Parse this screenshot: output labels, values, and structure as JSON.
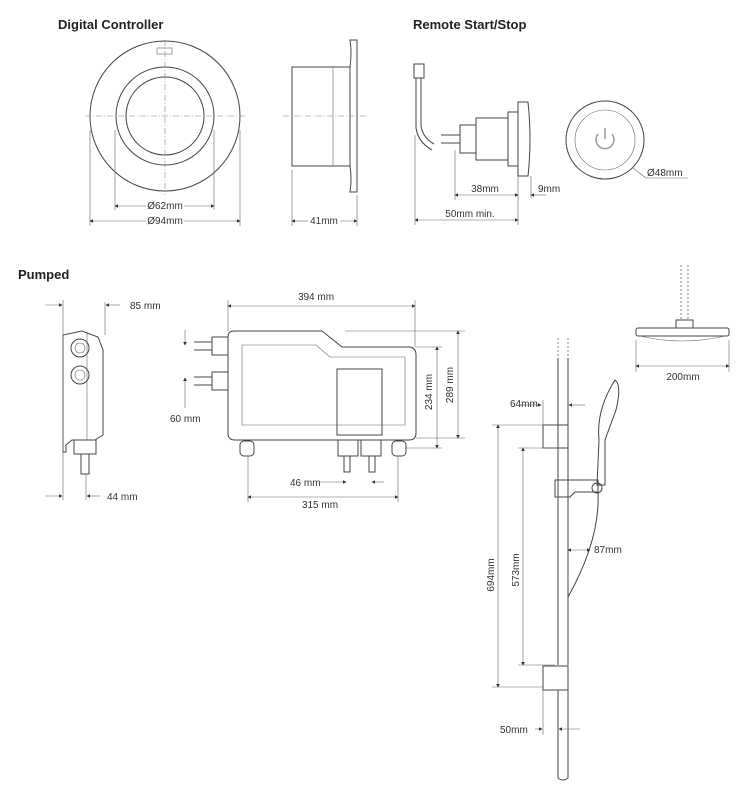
{
  "sections": {
    "digital_controller": {
      "title": "Digital Controller",
      "dims": {
        "inner_diameter": "Ø62mm",
        "outer_diameter": "Ø94mm",
        "depth": "41mm"
      }
    },
    "remote": {
      "title": "Remote Start/Stop",
      "dims": {
        "body": "38mm",
        "flange": "9mm",
        "min_depth": "50mm min.",
        "diameter": "Ø48mm"
      }
    },
    "pumped": {
      "title": "Pumped",
      "dims": {
        "side_depth": "85 mm",
        "side_outlet": "44 mm",
        "width": "394 mm",
        "inlet_spacing": "60 mm",
        "height_body": "234 mm",
        "height_total": "289 mm",
        "outlet_spacing": "46 mm",
        "fixing_width": "315 mm"
      }
    },
    "shower": {
      "dims": {
        "head_diameter": "200mm",
        "bracket_offset": "64mm",
        "rail_length": "694mm",
        "bracket_centres": "573mm",
        "holder_projection": "87mm",
        "hose_offset": "50mm"
      }
    }
  }
}
